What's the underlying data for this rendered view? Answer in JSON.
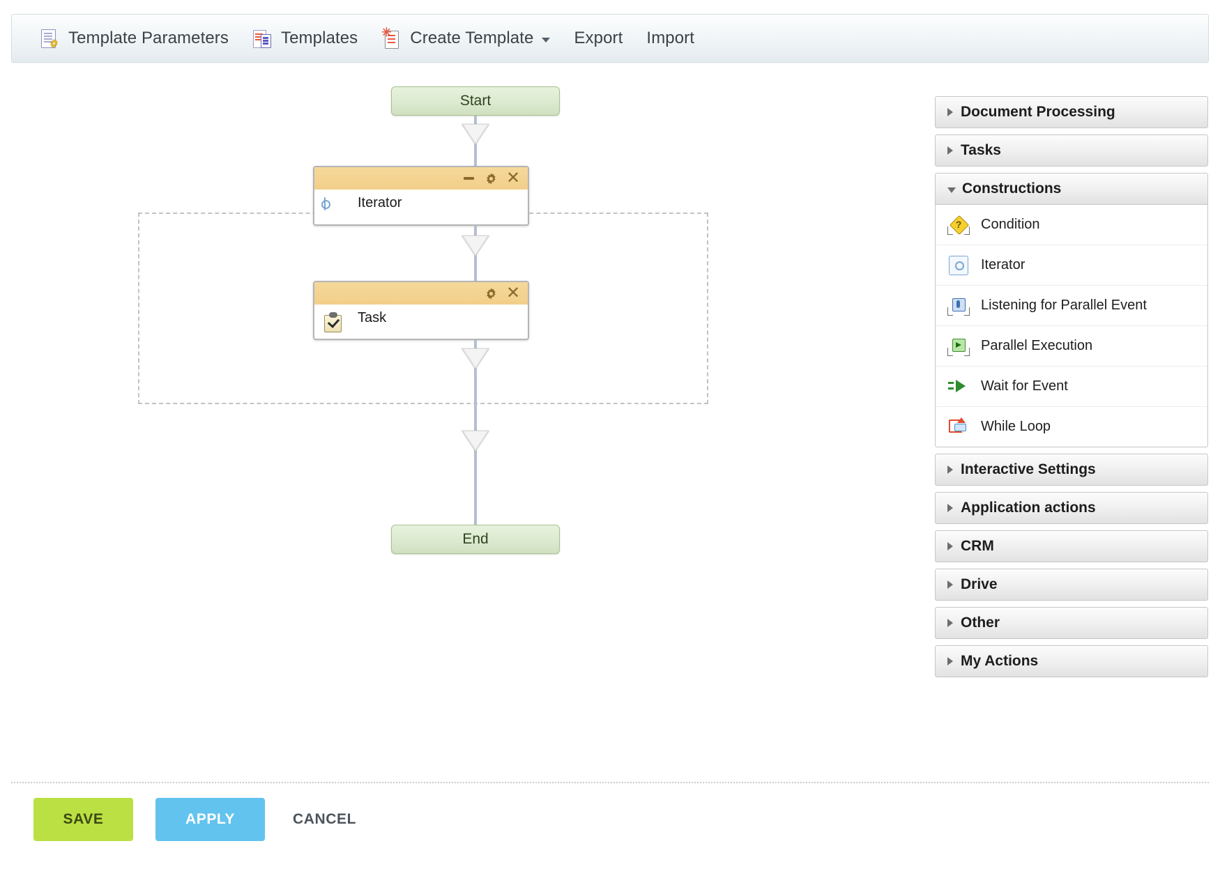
{
  "toolbar": {
    "items": [
      {
        "label": "Template Parameters",
        "icon": "document-gear-icon",
        "has_caret": false
      },
      {
        "label": "Templates",
        "icon": "templates-icon",
        "has_caret": false
      },
      {
        "label": "Create Template",
        "icon": "create-template-icon",
        "has_caret": true
      },
      {
        "label": "Export",
        "icon": "",
        "has_caret": false
      },
      {
        "label": "Import",
        "icon": "",
        "has_caret": false
      }
    ]
  },
  "canvas": {
    "start_label": "Start",
    "end_label": "End",
    "nodes": [
      {
        "title": "Iterator",
        "icon": "iterator-icon",
        "controls": [
          "minimize-icon",
          "gear-icon",
          "close-icon"
        ]
      },
      {
        "title": "Task",
        "icon": "clipboard-check-icon",
        "controls": [
          "gear-icon",
          "close-icon"
        ]
      }
    ]
  },
  "panel": {
    "sections": [
      {
        "label": "Document Processing",
        "expanded": false,
        "items": []
      },
      {
        "label": "Tasks",
        "expanded": false,
        "items": []
      },
      {
        "label": "Constructions",
        "expanded": true,
        "items": [
          {
            "label": "Condition",
            "icon": "condition-diamond-icon"
          },
          {
            "label": "Iterator",
            "icon": "iterator-icon"
          },
          {
            "label": "Listening for Parallel Event",
            "icon": "listening-parallel-event-icon"
          },
          {
            "label": "Parallel Execution",
            "icon": "parallel-execution-icon"
          },
          {
            "label": "Wait for Event",
            "icon": "wait-for-event-icon"
          },
          {
            "label": "While Loop",
            "icon": "while-loop-icon"
          }
        ]
      },
      {
        "label": "Interactive Settings",
        "expanded": false,
        "items": []
      },
      {
        "label": "Application actions",
        "expanded": false,
        "items": []
      },
      {
        "label": "CRM",
        "expanded": false,
        "items": []
      },
      {
        "label": "Drive",
        "expanded": false,
        "items": []
      },
      {
        "label": "Other",
        "expanded": false,
        "items": []
      },
      {
        "label": "My Actions",
        "expanded": false,
        "items": []
      }
    ]
  },
  "footer": {
    "save_label": "SAVE",
    "apply_label": "APPLY",
    "cancel_label": "CANCEL"
  },
  "colors": {
    "save": "#bbe043",
    "apply": "#63c3ef",
    "node_header": "#f2cf8a",
    "terminal": "#dcead0"
  }
}
